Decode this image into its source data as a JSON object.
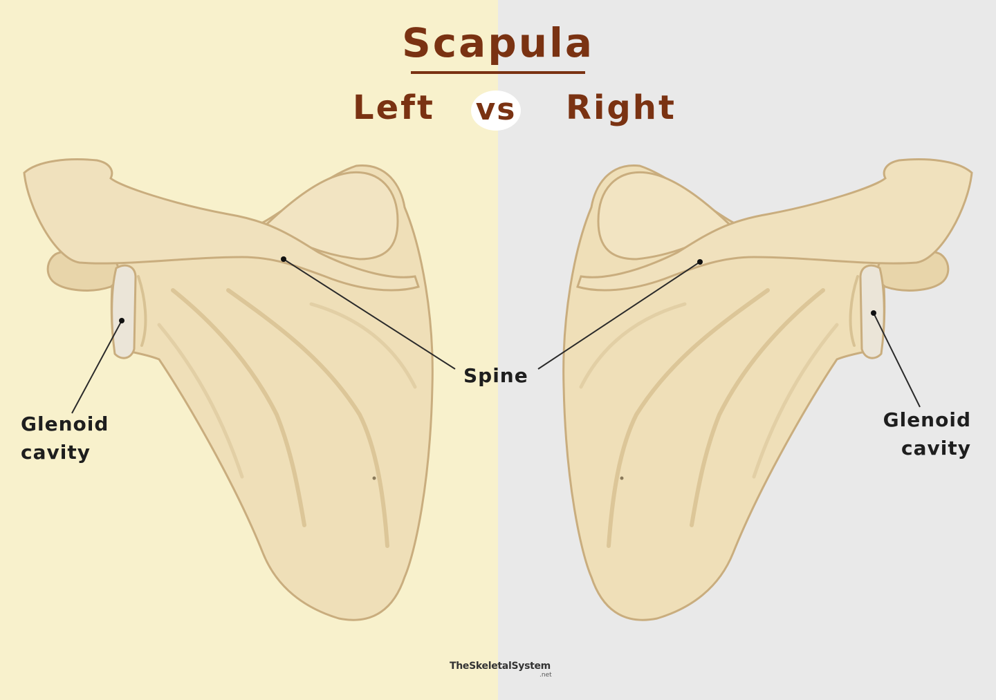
{
  "header": {
    "title": "Scapula",
    "left_label": "Left",
    "vs_label": "vs",
    "right_label": "Right"
  },
  "labels": {
    "spine": "Spine",
    "glenoid_left_line1": "Glenoid",
    "glenoid_left_line2": "cavity",
    "glenoid_right_line1": "Glenoid",
    "glenoid_right_line2": "cavity"
  },
  "watermark": {
    "brand": "TheSkeletalSystem",
    "suffix": ".net"
  },
  "colors": {
    "left_background": "#f8f1cc",
    "right_background": "#e9e9e9",
    "title": "#7a3212",
    "bone_fill": "#efdfb8",
    "bone_stroke": "#c9ad7e"
  }
}
